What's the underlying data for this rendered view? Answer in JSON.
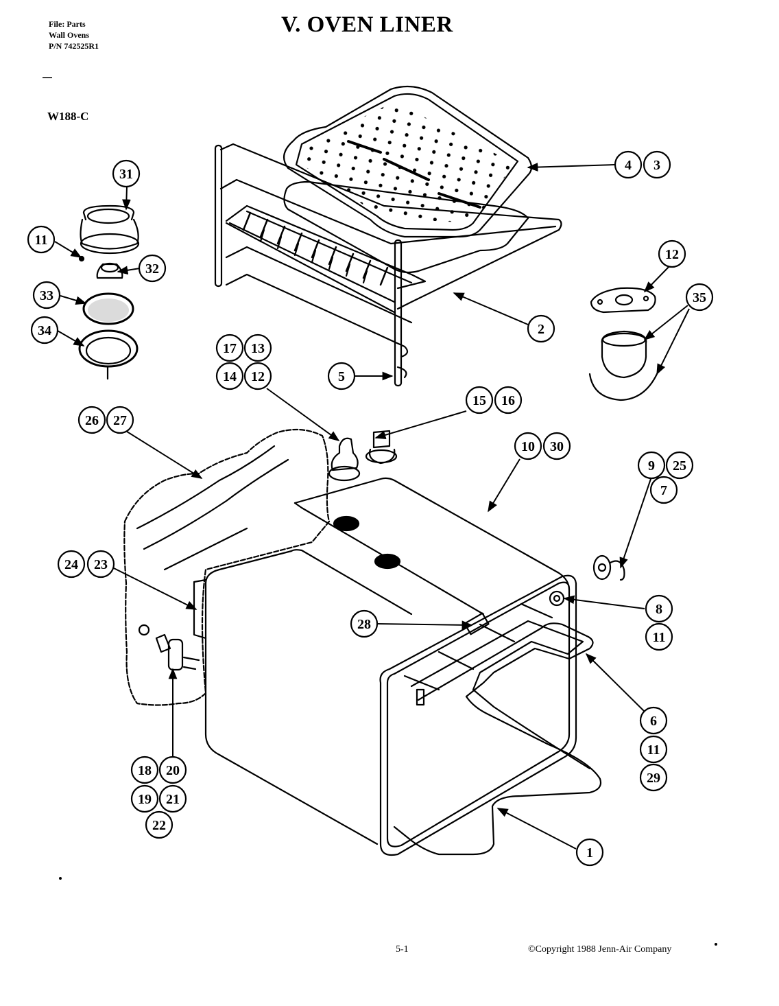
{
  "header": {
    "file_line": "File: Parts",
    "category_line": "Wall Ovens",
    "part_number_line": "P/N 742525R1",
    "title": "V.  OVEN LINER",
    "model": "W188-C"
  },
  "footer": {
    "page_number": "5-1",
    "copyright": "©Copyright 1988 Jenn-Air Company"
  },
  "callouts": [
    "1",
    "2",
    "3",
    "4",
    "5",
    "6",
    "7",
    "8",
    "9",
    "10",
    "11",
    "12",
    "13",
    "14",
    "15",
    "16",
    "17",
    "18",
    "19",
    "20",
    "21",
    "22",
    "23",
    "24",
    "25",
    "26",
    "27",
    "28",
    "29",
    "30",
    "31",
    "32",
    "33",
    "34",
    "35"
  ]
}
